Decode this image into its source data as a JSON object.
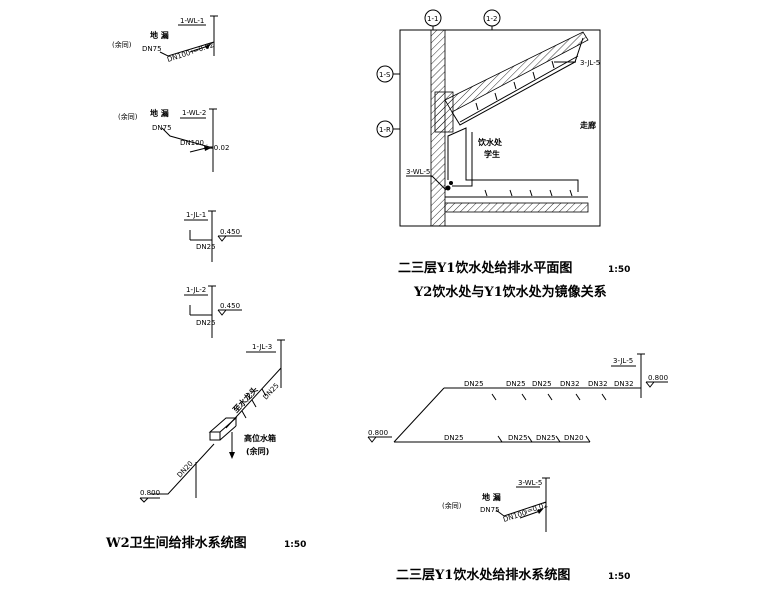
{
  "titles": {
    "plan": "二三层Y1饮水处给排水平面图",
    "plan_scale": "1:50",
    "mirror_note": "Y2饮水处与Y1饮水处为镜像关系",
    "w2_system": "W2卫生间给排水系统图",
    "w2_scale": "1:50",
    "y1_system": "二三层Y1饮水处给排水系统图",
    "y1_scale": "1:50"
  },
  "left_details": {
    "wl1": {
      "pipe": "1-WL-1",
      "note": "(余同)",
      "drain": "地 漏",
      "dn": "DN75",
      "pipe_dn": "DN100",
      "slope": "i=0.02"
    },
    "wl2": {
      "pipe": "1-WL-2",
      "note": "(余同)",
      "drain": "地 漏",
      "dn": "DN75",
      "pipe_dn": "DN100",
      "slope": "i=0.02"
    },
    "jl1": {
      "pipe": "1-JL-1",
      "elev": "0.450",
      "dn": "DN25"
    },
    "jl2": {
      "pipe": "1-JL-2",
      "elev": "0.450",
      "dn": "DN25"
    },
    "jl3": {
      "pipe": "1-JL-3",
      "label_a": "至水龙头",
      "dn_a": "DN25",
      "tank": "高位水箱",
      "tank_note": "(余同)",
      "dn_b": "DN20",
      "elev": "0.800"
    }
  },
  "plan": {
    "axis": [
      "1-1",
      "1-2",
      "1-S",
      "1-R"
    ],
    "jl": "3-JL-5",
    "wl": "3-WL-5",
    "room": "饮水处",
    "students": "学生",
    "corridor": "走廊"
  },
  "y1_system": {
    "riser": "3-JL-5",
    "elev_top": "0.800",
    "elev_left": "0.800",
    "top_dn": [
      "DN25",
      "DN25",
      "DN25",
      "DN32",
      "DN32",
      "DN32"
    ],
    "bottom_dn": [
      "DN25",
      "DN25",
      "DN25",
      "DN20"
    ],
    "wl": {
      "pipe": "3-WL-5",
      "note": "(余同)",
      "drain": "地 漏",
      "dn": "DN75",
      "pipe_dn": "DN100",
      "slope": "i=0.02"
    }
  }
}
